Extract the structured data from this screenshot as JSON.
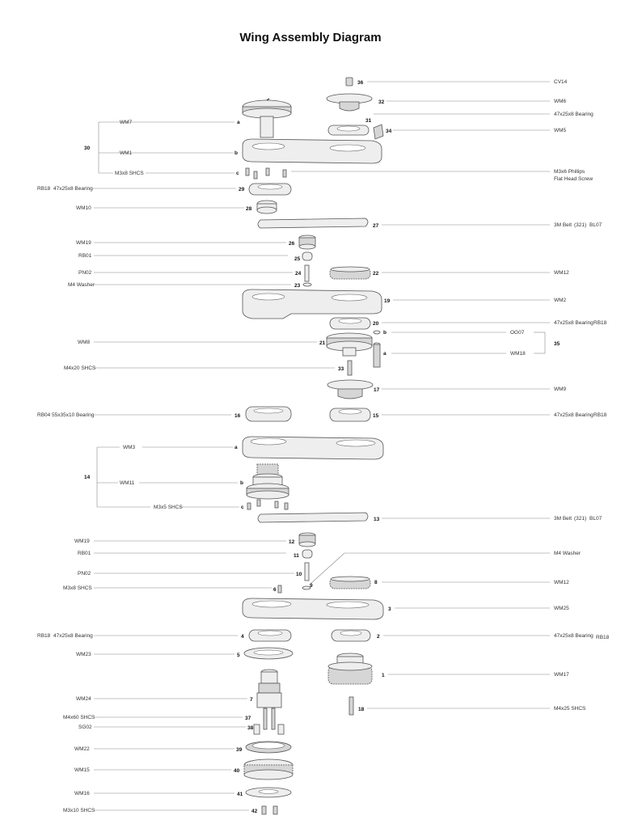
{
  "title": "Wing Assembly Diagram",
  "labels": {
    "cv14": "CV14",
    "wm6": "WM6",
    "bearing_47": "47x25x8 Bearing",
    "wm5": "WM5",
    "wm7": "WM7",
    "wm1": "WM1",
    "m3x8_shcs": "M3x8 SHCS",
    "m3x6_phillips": "M3x6 Phillips",
    "flat_head_screw": "Flat Head Screw",
    "rb18": "RB18",
    "wm10": "WM10",
    "belt_3m": "3M Belt",
    "belt_321": "(321)",
    "bl07": "BL07",
    "wm19": "WM19",
    "rb01": "RB01",
    "pn02": "PN02",
    "m4_washer": "M4 Washer",
    "wm12": "WM12",
    "wm2": "WM2",
    "wm8": "WM8",
    "og07": "OG07",
    "wm18": "WM18",
    "m4x20_shcs": "M4x20 SHCS",
    "wm9": "WM9",
    "rb04": "RB04",
    "bearing_55": "55x35x10 Bearing",
    "wm3": "WM3",
    "wm11": "WM11",
    "m3x5_shcs": "M3x5 SHCS",
    "wm25": "WM25",
    "wm23": "WM23",
    "wm17": "WM17",
    "wm24": "WM24",
    "m4x60_shcs": "M4x60 SHCS",
    "sg02": "SG02",
    "m4x25_shcs": "M4x25 SHCS",
    "wm22": "WM22",
    "wm15": "WM15",
    "wm16": "WM16",
    "m3x10_shcs": "M3x10 SHCS"
  },
  "numbers": {
    "n1": "1",
    "n2": "2",
    "n3": "3",
    "n4": "4",
    "n5": "5",
    "n6": "6",
    "n7": "7",
    "n8": "8",
    "n9": "9",
    "n10": "10",
    "n11": "11",
    "n12": "12",
    "n13": "13",
    "n14": "14",
    "n15": "15",
    "n16": "16",
    "n17": "17",
    "n18": "18",
    "n19": "19",
    "n20": "20",
    "n21": "21",
    "n22": "22",
    "n23": "23",
    "n24": "24",
    "n25": "25",
    "n26": "26",
    "n27": "27",
    "n28": "28",
    "n29": "29",
    "n30": "30",
    "n31": "31",
    "n32": "32",
    "n33": "33",
    "n34": "34",
    "n35": "35",
    "n36": "36",
    "n37": "37",
    "n38": "38",
    "n39": "39",
    "n40": "40",
    "n41": "41",
    "n42": "42"
  },
  "letters": {
    "a": "a",
    "b": "b",
    "c": "c"
  }
}
